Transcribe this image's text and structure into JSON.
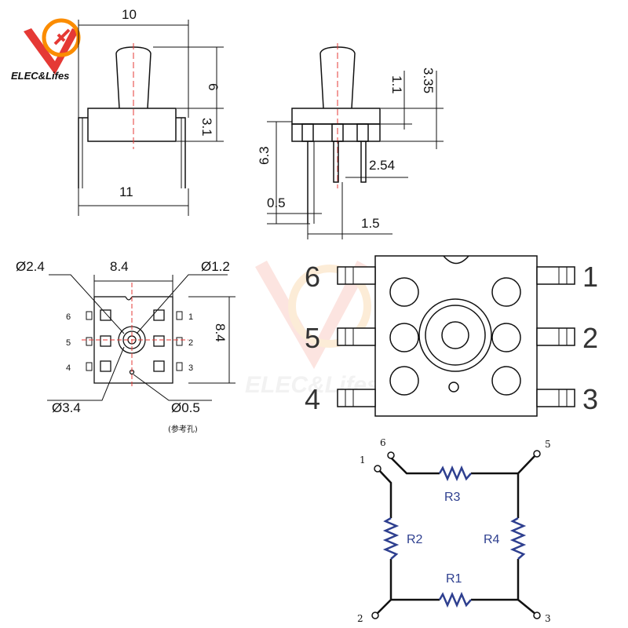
{
  "brand": {
    "name": "ELEC&Lifes",
    "colors": [
      "#e53935",
      "#fb8c00"
    ]
  },
  "watermark": {
    "text": "ELEC&Lifes"
  },
  "side_view": {
    "dim_width_top": "10",
    "dim_height_nozzle": "6",
    "dim_height_body": "3.1",
    "dim_width_pins": "11"
  },
  "profile_view": {
    "dim_1": "1.1",
    "dim_2": "3.35",
    "dim_3": "6.3",
    "dim_4": "2.54",
    "dim_5": "0.5",
    "dim_6": "1.5"
  },
  "footprint": {
    "d_hole_a": "Ø2.4",
    "d_width": "8.4",
    "d_hole_b": "Ø1.2",
    "d_height": "8.4",
    "d_ring": "Ø3.4",
    "d_ref": "Ø0.5",
    "ref_note": "(参考孔)",
    "pins_left": [
      "6",
      "5",
      "4"
    ],
    "pins_right": [
      "1",
      "2",
      "3"
    ]
  },
  "top_view": {
    "pins_left": [
      "6",
      "5",
      "4"
    ],
    "pins_right": [
      "1",
      "2",
      "3"
    ]
  },
  "schematic": {
    "resistors": [
      "R3",
      "R2",
      "R4",
      "R1"
    ],
    "terminals": [
      "1",
      "6",
      "5",
      "2",
      "3"
    ],
    "wire_color": "#111111",
    "resistor_color": "#2e3f8f"
  }
}
